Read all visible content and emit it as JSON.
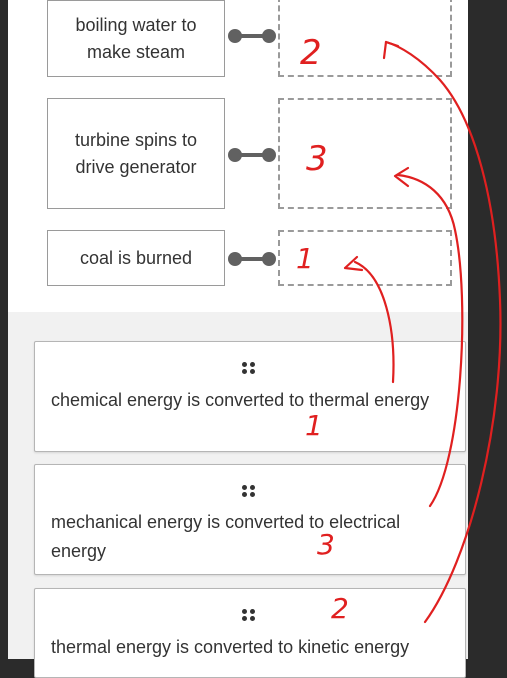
{
  "terms": [
    {
      "label": "boiling water to make steam"
    },
    {
      "label": "turbine spins to drive generator"
    },
    {
      "label": "coal is burned"
    }
  ],
  "drop_annotations": [
    "2",
    "3",
    "1"
  ],
  "cards": [
    {
      "text": "chemical energy is converted to thermal energy",
      "annotation": "1"
    },
    {
      "text": "mechanical energy is converted to electrical energy",
      "annotation": "3"
    },
    {
      "text": "thermal energy is converted to kinetic energy",
      "annotation": "2"
    }
  ],
  "colors": {
    "annotation": "#e02020",
    "connector": "#616161",
    "border": "#9a9a9a"
  },
  "icons": {
    "drag_handle": "drag-grip-icon"
  }
}
